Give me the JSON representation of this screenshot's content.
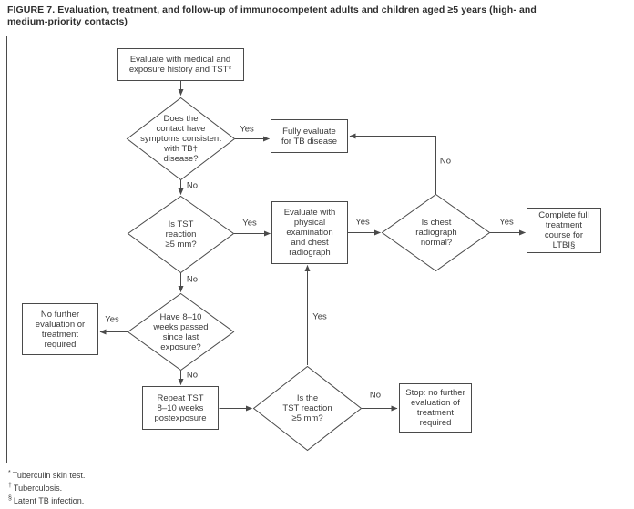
{
  "figure": {
    "title": "FIGURE 7. Evaluation, treatment, and follow-up of immunocompetent adults and children aged ≥5 years (high- and\nmedium-priority contacts)"
  },
  "flowchart": {
    "nodes": {
      "evaluate_history": {
        "type": "process",
        "text": "Evaluate with medical and\nexposure history and TST*"
      },
      "symptoms": {
        "type": "decision",
        "text": "Does the\ncontact have\nsymptoms consistent\nwith TB†\ndisease?"
      },
      "fully_evaluate": {
        "type": "process",
        "text": "Fully evaluate\nfor TB disease"
      },
      "tst_reaction": {
        "type": "decision",
        "text": "Is TST\nreaction\n≥5 mm?"
      },
      "evaluate_physical": {
        "type": "process",
        "text": "Evaluate with\nphysical\nexamination\nand chest\nradiograph"
      },
      "chest_radiograph": {
        "type": "decision",
        "text": "Is chest\nradiograph\nnormal?"
      },
      "complete_ltbi": {
        "type": "process",
        "text": "Complete full\ntreatment\ncourse for\nLTBI§"
      },
      "weeks_passed": {
        "type": "decision",
        "text": "Have 8–10\nweeks passed\nsince last\nexposure?"
      },
      "no_further": {
        "type": "process",
        "text": "No further\nevaluation or\ntreatment\nrequired"
      },
      "repeat_tst": {
        "type": "process",
        "text": "Repeat TST\n8–10 weeks\npostexposure"
      },
      "tst_reaction_repeat": {
        "type": "decision",
        "text": "Is the\nTST reaction\n≥5 mm?"
      },
      "stop": {
        "type": "process",
        "text": "Stop: no further\nevaluation of\ntreatment\nrequired"
      }
    },
    "edge_labels": {
      "symptoms_yes": "Yes",
      "symptoms_no": "No",
      "tst_yes": "Yes",
      "tst_no": "No",
      "physical_yes": "Yes",
      "radiograph_no": "No",
      "radiograph_yes": "Yes",
      "weeks_yes": "Yes",
      "weeks_no": "No",
      "repeat_yes": "Yes",
      "repeat_no": "No"
    }
  },
  "footnotes": [
    {
      "marker": "*",
      "text": "Tuberculin skin test."
    },
    {
      "marker": "†",
      "text": "Tuberculosis."
    },
    {
      "marker": "§",
      "text": "Latent TB infection."
    }
  ],
  "colors": {
    "line": "#4a4a4a",
    "text": "#3a3a3a",
    "background": "#ffffff"
  }
}
